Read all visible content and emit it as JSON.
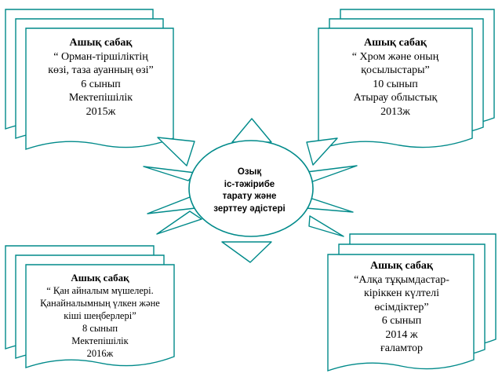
{
  "colors": {
    "stroke": "#008a8a",
    "card_fill": "#ffffff",
    "center_fill": "#ffffff",
    "text": "#000000"
  },
  "center": {
    "lines": [
      "Озық",
      "іс-тәжірибе",
      "тарату және",
      "зерттеу әдістері"
    ]
  },
  "cards": [
    {
      "id": "top-left",
      "title": "Ашық сабақ",
      "lines": [
        "“ Орман-тіршіліктің",
        "көзі, таза ауанның өзі”",
        "6 сынып",
        "Мектепішілік",
        "2015ж"
      ]
    },
    {
      "id": "top-right",
      "title": "Ашық  сабақ",
      "lines": [
        "“ Хром және оның",
        "қосылыстары”",
        "10 сынып",
        "Атырау облыстық",
        "2013ж"
      ]
    },
    {
      "id": "bottom-left",
      "title": "Ашық  сабақ",
      "lines": [
        "“ Қан айналым мүшелері.",
        "Қанайналымның үлкен және",
        "кіші шеңберлері”",
        "8 сынып",
        "Мектепішілік",
        "2016ж"
      ]
    },
    {
      "id": "bottom-right",
      "title": "Ашық сабақ",
      "lines": [
        "“Алқа тұқымдастар-",
        "кіріккен күлтелі",
        "өсімдіктер”",
        "6 сынып",
        "2014 ж",
        "ғаламтор"
      ]
    }
  ]
}
